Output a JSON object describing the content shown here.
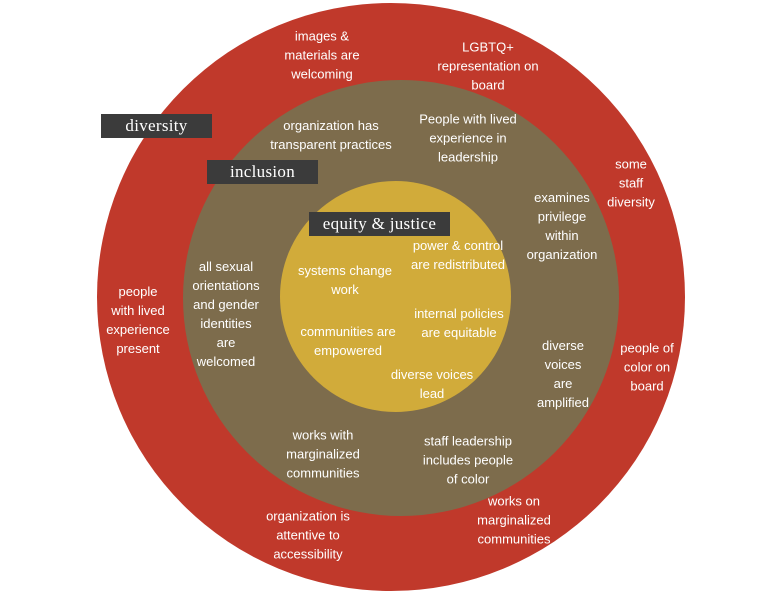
{
  "colors": {
    "outer": "#c0392b",
    "middle": "#7d6c4c",
    "inner": "#d1ab3a",
    "tag": "#3b3b3b",
    "text": "#ffffff"
  },
  "rings": {
    "diversity": {
      "tag": "diversity",
      "items": [
        "images  &\nmaterials are\nwelcoming",
        "LGBTQ+\nrepresentation on\nboard",
        "some\nstaff\ndiversity",
        "people of\ncolor on\nboard",
        "works on\nmarginalized\ncommunities",
        "organization is\nattentive to\naccessibility",
        "people\nwith lived\nexperience\npresent"
      ]
    },
    "inclusion": {
      "tag": "inclusion",
      "items": [
        "organization has\ntransparent practices",
        "People with lived\nexperience in\nleadership",
        "examines\nprivilege\nwithin\norganization",
        "diverse\nvoices\nare\namplified",
        "staff leadership\nincludes people\nof color",
        "works with\nmarginalized\ncommunities",
        "all sexual\norientations\nand gender\nidentities\nare\nwelcomed"
      ]
    },
    "equity": {
      "tag": "equity & justice",
      "items": [
        "power & control\nare redistributed",
        "systems change\nwork",
        "internal policies\nare equitable",
        "communities are\nempowered",
        "diverse voices\nlead"
      ]
    }
  }
}
